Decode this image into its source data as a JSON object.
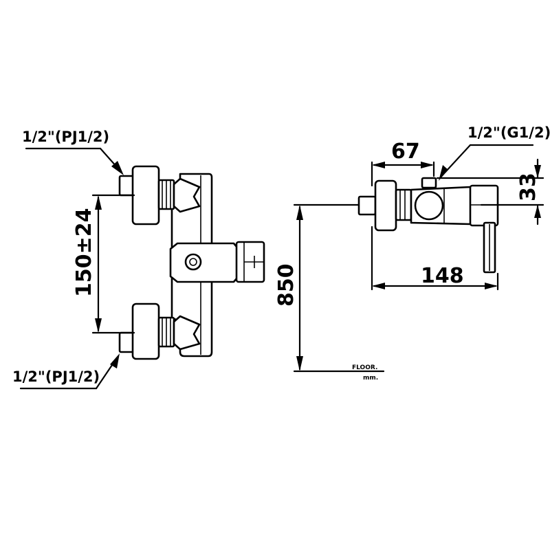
{
  "left_view": {
    "top_connection_label": "1/2\"(PJ1/2)",
    "bottom_connection_label": "1/2\"(PJ1/2)",
    "inlet_spacing": "150±24"
  },
  "right_view": {
    "outlet_connection_label": "1/2\"(G1/2)",
    "depth_to_outlet": "67",
    "outlet_height": "33",
    "total_depth": "148",
    "height_above_floor": "850",
    "floor_label": "FLOOR.",
    "unit_label": "mm."
  }
}
